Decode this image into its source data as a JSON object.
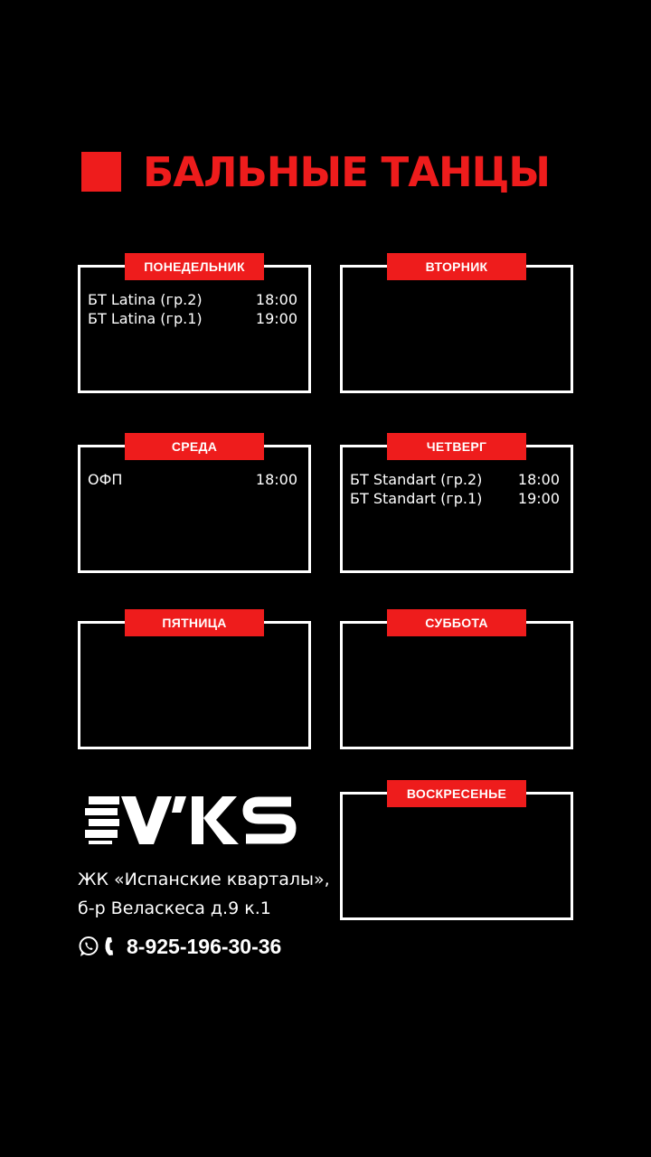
{
  "title": "БАЛЬНЫЕ ТАНЦЫ",
  "accent_color": "#ee1c1c",
  "days": [
    {
      "label": "ПОНЕДЕЛЬНИК",
      "entries": [
        {
          "name": "БТ Latina (гр.2)",
          "time": "18:00"
        },
        {
          "name": "БТ Latina (гр.1)",
          "time": "19:00"
        }
      ]
    },
    {
      "label": "ВТОРНИК",
      "entries": []
    },
    {
      "label": "СРЕДА",
      "entries": [
        {
          "name": "ОФП",
          "time": "18:00"
        }
      ]
    },
    {
      "label": "ЧЕТВЕРГ",
      "entries": [
        {
          "name": "БТ Standart (гр.2)",
          "time": "18:00"
        },
        {
          "name": "БТ Standart (гр.1)",
          "time": "19:00"
        }
      ]
    },
    {
      "label": "ПЯТНИЦА",
      "entries": []
    },
    {
      "label": "СУББОТА",
      "entries": []
    },
    {
      "label": "ВОСКРЕСЕНЬЕ",
      "entries": []
    }
  ],
  "logo": {
    "text": "EVKS",
    "icon": "evks-logo"
  },
  "address": {
    "line1": "ЖК «Испанские кварталы»,",
    "line2": "б-р Веласкеса д.9 к.1"
  },
  "contact": {
    "icons": [
      "whatsapp-icon",
      "phone-icon"
    ],
    "phone": "8-925-196-30-36"
  }
}
